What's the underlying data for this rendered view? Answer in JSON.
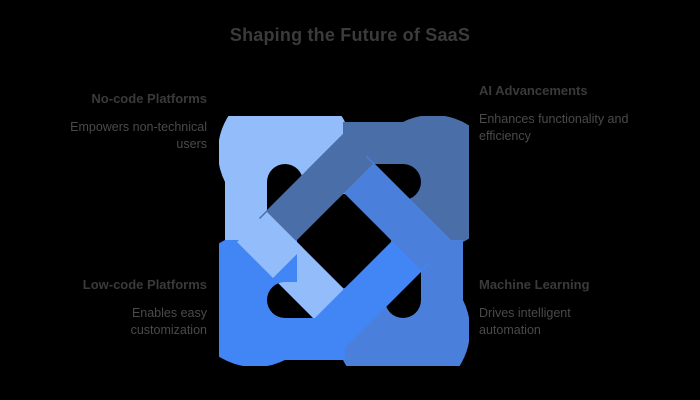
{
  "page": {
    "background_color": "#000000",
    "title": "Shaping the Future of SaaS",
    "title_color": "#3b3b3b"
  },
  "quadrants": {
    "top_left": {
      "heading": "No-code Platforms",
      "body": "Empowers non-technical users",
      "align": "right",
      "color": "#92BDFA"
    },
    "top_right": {
      "heading": "AI Advancements",
      "body": "Enhances functionality and efficiency",
      "align": "left",
      "color": "#4A6EA8"
    },
    "bottom_left": {
      "heading": "Low-code Platforms",
      "body": "Enables easy customization",
      "align": "right",
      "color": "#4285F4"
    },
    "bottom_right": {
      "heading": "Machine Learning",
      "body": "Drives intelligent automation",
      "align": "left",
      "color": "#4A7FDB"
    }
  },
  "graphic": {
    "name": "interlocking-knot",
    "description": "Four interlocking rounded hook loops forming a knot",
    "colors": {
      "light_blue": "#92BDFA",
      "slate_blue": "#4A6EA8",
      "bright_blue": "#4285F4",
      "medium_blue": "#4A7FDB"
    }
  }
}
